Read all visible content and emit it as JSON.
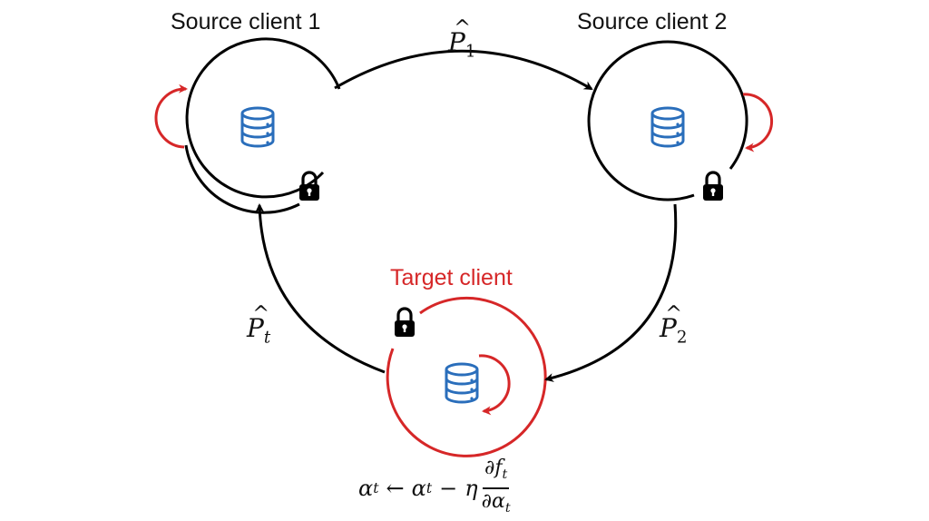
{
  "colors": {
    "node_stroke": "#000000",
    "target_stroke": "#d62728",
    "self_loop": "#d62728",
    "database_icon": "#2a6ebb",
    "lock_icon": "#000000",
    "target_label": "#d62728"
  },
  "nodes": {
    "source1": {
      "label": "Source client 1",
      "icon": "database-icon",
      "lock": "lock-icon"
    },
    "source2": {
      "label": "Source client 2",
      "icon": "database-icon",
      "lock": "lock-icon"
    },
    "target": {
      "label": "Target client",
      "icon": "database-icon",
      "lock": "lock-icon"
    }
  },
  "edges": {
    "p1": {
      "symbol": "P",
      "subscript": "1",
      "from": "Source client 1",
      "to": "Source client 2"
    },
    "p2": {
      "symbol": "P",
      "subscript": "2",
      "from": "Source client 2",
      "to": "Target client"
    },
    "pt": {
      "symbol": "P",
      "subscript": "t",
      "from": "Target client",
      "to": "Source client 1"
    }
  },
  "formula": {
    "lhs": "α",
    "lhs_sub": "t",
    "arrow": "←",
    "rhs": "α",
    "rhs_sub": "t",
    "minus": "−",
    "eta": "η",
    "num_partial": "∂f",
    "num_sub": "t",
    "den_partial": "∂α",
    "den_sub": "t"
  }
}
